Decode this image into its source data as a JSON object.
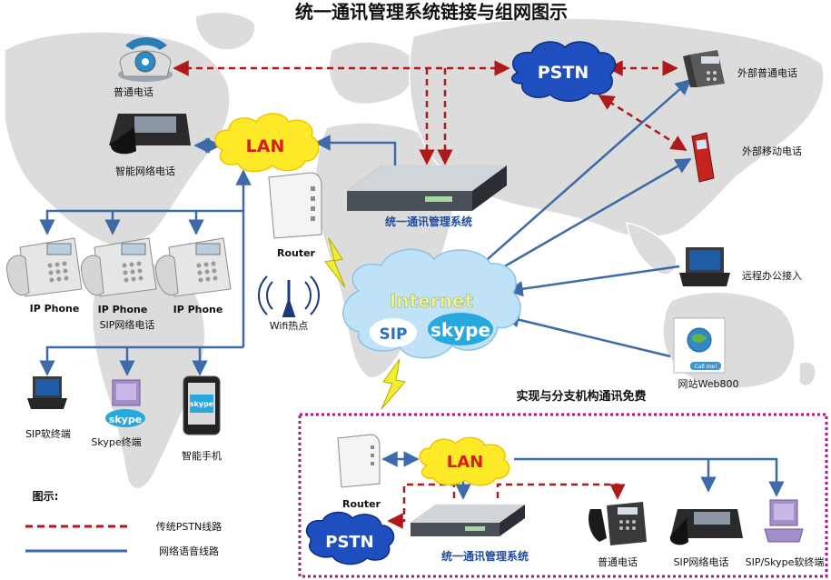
{
  "title": "统一通讯管理系统链接与组网图示",
  "colors": {
    "pstn_line": "#b01919",
    "voip_line": "#3d6aa8",
    "lan_cloud": "#ffea29",
    "lan_text": "#d81d16",
    "pstn_cloud": "#1f4fbf",
    "internet_cloud": "#bfe2f7",
    "branch_border": "#b0177f",
    "map_land": "#dcdcdc"
  },
  "nodes": {
    "phone_top_left": "普通电话",
    "smart_phone_desk": "智能网络电话",
    "lan_main": "LAN",
    "router_main": "Router",
    "wifi": "Wifi热点",
    "server_main": "统一通讯管理系统",
    "pstn_main": "PSTN",
    "ext_phone": "外部普通电话",
    "ext_mobile": "外部移动电话",
    "remote_office": "远程办公接入",
    "website": "网站Web800",
    "internet": "Internet",
    "sip_badge": "SIP",
    "skype_badge": "skype",
    "branch_caption": "实现与分支机构通讯免费",
    "ip_phone_1": "IP Phone",
    "ip_phone_2": "IP Phone",
    "ip_phone_3": "IP Phone",
    "sip_phones_group": "SIP网络电话",
    "sip_softphone": "SIP软终端",
    "skype_terminal": "Skype终端",
    "smartphone": "智能手机",
    "legend_title": "图示:",
    "legend_pstn": "传统PSTN线路",
    "legend_voip": "网络语音线路",
    "branch_router": "Router",
    "branch_lan": "LAN",
    "branch_pstn": "PSTN",
    "branch_server": "统一通讯管理系统",
    "branch_phone": "普通电话",
    "branch_sip_phone": "SIP网络电话",
    "branch_sip_skype": "SIP/Skype软终端",
    "callme_badge": "Call me!"
  }
}
